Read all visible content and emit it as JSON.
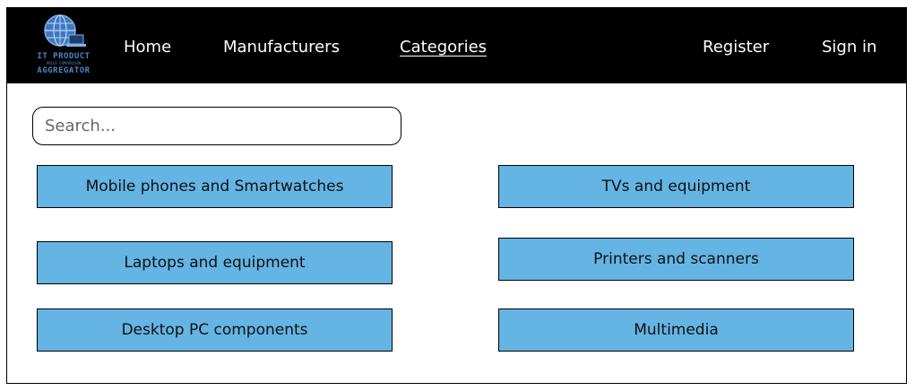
{
  "brand": {
    "logo_line1": "IT PRODUCT",
    "logo_line2": "PRICE COMPARISON",
    "logo_line3": "AGGREGATOR",
    "icon": "globe-laptop-logo",
    "color": "#4f86c6"
  },
  "nav": {
    "home": "Home",
    "manufacturers": "Manufacturers",
    "categories": "Categories",
    "register": "Register",
    "sign_in": "Sign in",
    "active": "Categories"
  },
  "search": {
    "placeholder": "Search...",
    "value": ""
  },
  "categories": [
    {
      "label": "Mobile phones and Smartwatches"
    },
    {
      "label": "TVs and equipment"
    },
    {
      "label": "Laptops and equipment"
    },
    {
      "label": "Printers and scanners"
    },
    {
      "label": "Desktop PC components"
    },
    {
      "label": "Multimedia"
    }
  ],
  "colors": {
    "navbar": "#000000",
    "category_button": "#64b4e4",
    "nav_text": "#ffffff"
  }
}
